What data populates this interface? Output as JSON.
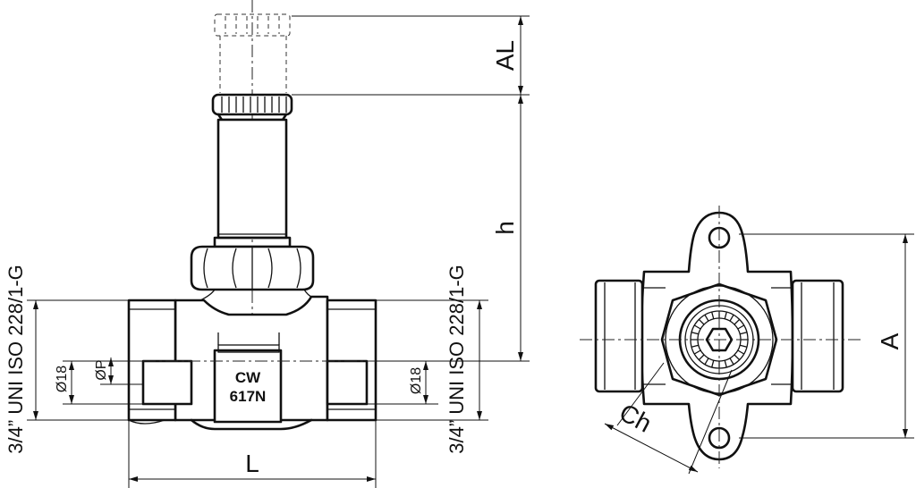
{
  "labels": {
    "dim_al": "AL",
    "dim_h": "h",
    "dim_l": "L",
    "dim_a": "A",
    "dim_ch": "Ch",
    "dim_phi18_left": "Ø18",
    "dim_phi18_right": "Ø18",
    "dim_phip": "ØP",
    "thread_left": "3/4” UNI ISO 228/1-G",
    "thread_right": "3/4” UNI ISO 228/1-G",
    "marking_line1": "CW",
    "marking_line2": "617N"
  }
}
